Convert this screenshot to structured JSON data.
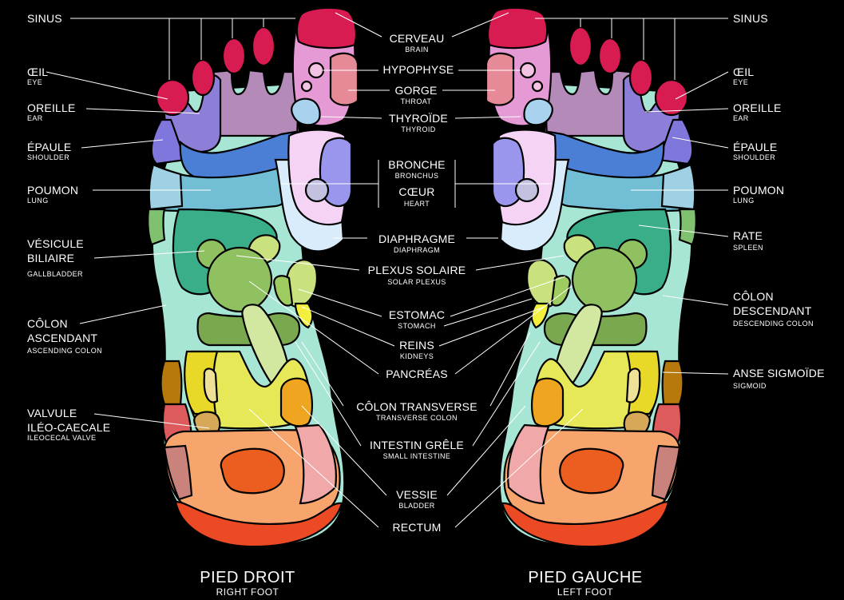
{
  "colors": {
    "background": "#000000",
    "toe_tip": "#d81b50",
    "brain": "#d81b50",
    "sinus_toes": "#b48ab8",
    "eye_ear": "#8d7fd8",
    "shoulder": "#8077dc",
    "neck_band": "#4b7fd6",
    "pituitary": "#e88ec2",
    "throat": "#e58a96",
    "thyroid": "#a9d2ef",
    "bronchus": "#f4d3f4",
    "heart": "#9a96ee",
    "lung_band": "#72bed4",
    "liver_spleen": "#3aae88",
    "colon_base": "#a7e5d4",
    "solar_plexus": "#8fc160",
    "stomach": "#c9e27e",
    "kidney": "#f3ef3d",
    "transverse": "#7aa84f",
    "small_intestine": "#e7e858",
    "bladder": "#efa51f",
    "ileocecal": "#d7a858",
    "sigmoid": "#b7780c",
    "pelvis": "#f7a56d",
    "rectum": "#ec5e1f",
    "heel": "#eb4a24",
    "side_red": "#de5b5d",
    "side_pink": "#f0a9a8"
  },
  "labels": {
    "sinus_r": {
      "main": "SINUS",
      "sub": ""
    },
    "sinus_l": {
      "main": "SINUS",
      "sub": ""
    },
    "brain": {
      "main": "CERVEAU",
      "sub": "BRAIN"
    },
    "pituitary": {
      "main": "HYPOPHYSE",
      "sub": ""
    },
    "throat": {
      "main": "GORGE",
      "sub": "THROAT"
    },
    "thyroid": {
      "main": "THYROÏDE",
      "sub": "THYROID"
    },
    "bronchus": {
      "main": "BRONCHE",
      "sub": "BRONCHUS"
    },
    "heart": {
      "main": "CŒUR",
      "sub": "HEART"
    },
    "diaphragm": {
      "main": "DIAPHRAGME",
      "sub": "DIAPHRAGM"
    },
    "solar_plexus": {
      "main": "PLEXUS SOLAIRE",
      "sub": "SOLAR PLEXUS"
    },
    "stomach": {
      "main": "ESTOMAC",
      "sub": "STOMACH"
    },
    "kidneys": {
      "main": "REINS",
      "sub": "KIDNEYS"
    },
    "pancreas": {
      "main": "PANCRÉAS",
      "sub": ""
    },
    "transverse": {
      "main": "CÔLON TRANSVERSE",
      "sub": "TRANSVERSE COLON"
    },
    "small_intestine": {
      "main": "INTESTIN GRÊLE",
      "sub": "SMALL INTESTINE"
    },
    "bladder": {
      "main": "VESSIE",
      "sub": "BLADDER"
    },
    "rectum": {
      "main": "RECTUM",
      "sub": ""
    },
    "eye_r": {
      "main": "ŒIL",
      "sub": "EYE"
    },
    "ear_r": {
      "main": "OREILLE",
      "sub": "EAR"
    },
    "shoulder_r": {
      "main": "ÉPAULE",
      "sub": "SHOULDER"
    },
    "lung_r": {
      "main": "POUMON",
      "sub": "LUNG"
    },
    "gallbladder": {
      "line1": "VÉSICULE",
      "line2": "BILIAIRE",
      "sub": "GALLBLADDER"
    },
    "ascending": {
      "line1": "CÔLON",
      "line2": "ASCENDANT",
      "sub": "ASCENDING COLON"
    },
    "ileocecal": {
      "line1": "VALVULE",
      "line2": "ILÉO-CAECALE",
      "sub": "ILEOCECAL VALVE"
    },
    "eye_l": {
      "main": "ŒIL",
      "sub": "EYE"
    },
    "ear_l": {
      "main": "OREILLE",
      "sub": "EAR"
    },
    "shoulder_l": {
      "main": "ÉPAULE",
      "sub": "SHOULDER"
    },
    "lung_l": {
      "main": "POUMON",
      "sub": "LUNG"
    },
    "spleen": {
      "main": "RATE",
      "sub": "SPLEEN"
    },
    "descending": {
      "line1": "CÔLON",
      "line2": "DESCENDANT",
      "sub": "DESCENDING COLON"
    },
    "sigmoid": {
      "main": "ANSE SIGMOÏDE",
      "sub": "SIGMOID"
    }
  },
  "captions": {
    "right_foot": {
      "main": "PIED DROIT",
      "sub": "RIGHT FOOT"
    },
    "left_foot": {
      "main": "PIED GAUCHE",
      "sub": "LEFT FOOT"
    }
  }
}
